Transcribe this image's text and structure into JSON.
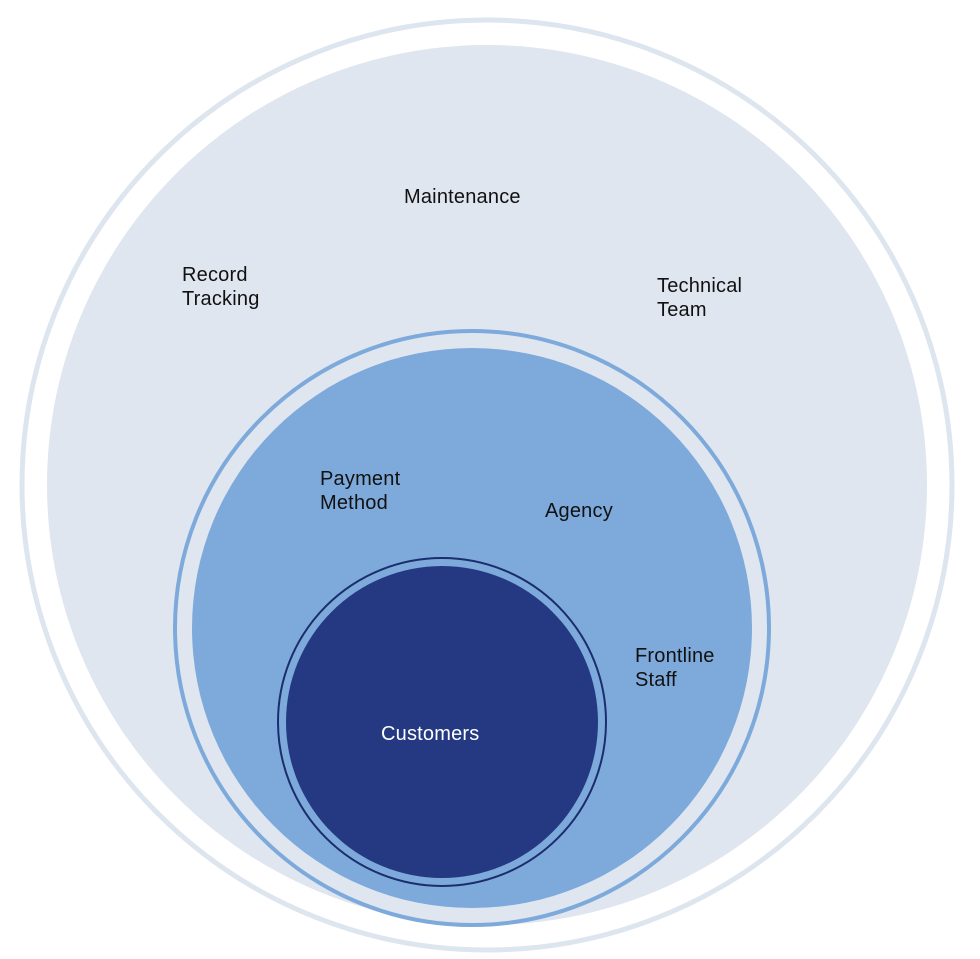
{
  "outer_ring": {
    "title": "Maintenance",
    "items": [
      {
        "line1": "Record",
        "line2": "Tracking"
      },
      {
        "line1": "Technical",
        "line2": "Team"
      }
    ]
  },
  "middle_ring": {
    "items": [
      {
        "line1": "Payment",
        "line2": "Method"
      },
      {
        "line1": "Agency",
        "line2": ""
      },
      {
        "line1": "Frontline",
        "line2": "Staff"
      }
    ]
  },
  "core": {
    "title": "Customers"
  },
  "colors": {
    "outer_fill": "#dfe6ef",
    "outer_stroke": "#dde5ef",
    "middle_fill": "#7daadb",
    "middle_stroke": "#7daadb",
    "inner_fill": "#243982",
    "inner_stroke": "#1b2d6e",
    "text_dark": "#111111",
    "text_light": "#ffffff"
  }
}
